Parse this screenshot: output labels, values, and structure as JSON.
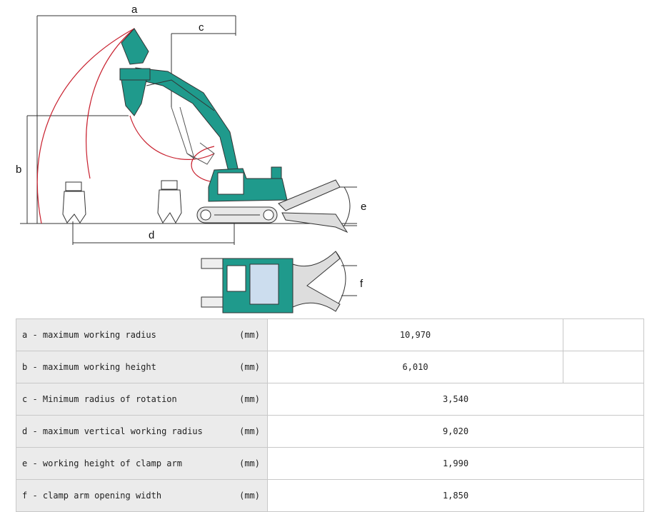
{
  "dimension_labels": {
    "a": "a",
    "b": "b",
    "c": "c",
    "d": "d",
    "e": "e",
    "f": "f"
  },
  "colors": {
    "machine": "#1f9a8c",
    "arc": "#c8202e",
    "line": "#333333"
  },
  "specs": [
    {
      "label": "a - maximum working radius",
      "unit": "(mm)",
      "value": "10,970"
    },
    {
      "label": "b - maximum working height",
      "unit": "(mm)",
      "value": "6,010"
    },
    {
      "label": "c - Minimum radius of rotation",
      "unit": "(mm)",
      "value": "3,540"
    },
    {
      "label": "d - maximum vertical working radius",
      "unit": "(mm)",
      "value": "9,020"
    },
    {
      "label": "e - working height of clamp arm",
      "unit": "(mm)",
      "value": "1,990"
    },
    {
      "label": "f - clamp arm opening width",
      "unit": "(mm)",
      "value": "1,850"
    }
  ]
}
